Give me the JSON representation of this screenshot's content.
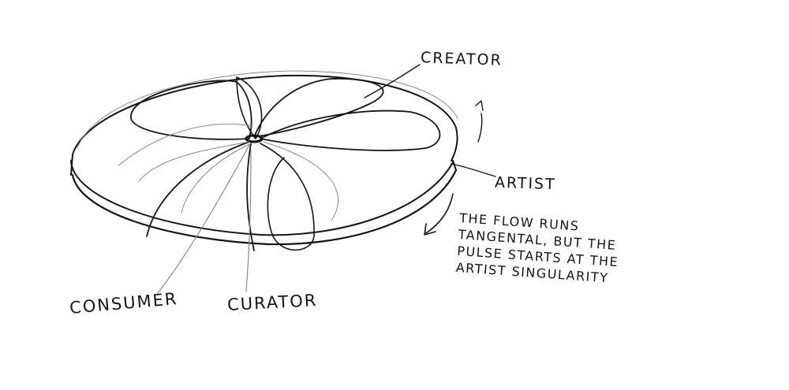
{
  "labels": {
    "creator": "CREATOR",
    "artist": "ARTIST",
    "consumer": "CONSUMER",
    "curator": "CURATOR"
  },
  "note": {
    "lines": [
      "THE FLOW RUNS",
      "TANGENTAL, BUT THE",
      "PULSE STARTS AT THE",
      "ARTIST SINGULARITY"
    ]
  },
  "colors": {
    "ink": "#151515",
    "faint_ink": "#8a8a8a",
    "paper": "#ffffff"
  }
}
